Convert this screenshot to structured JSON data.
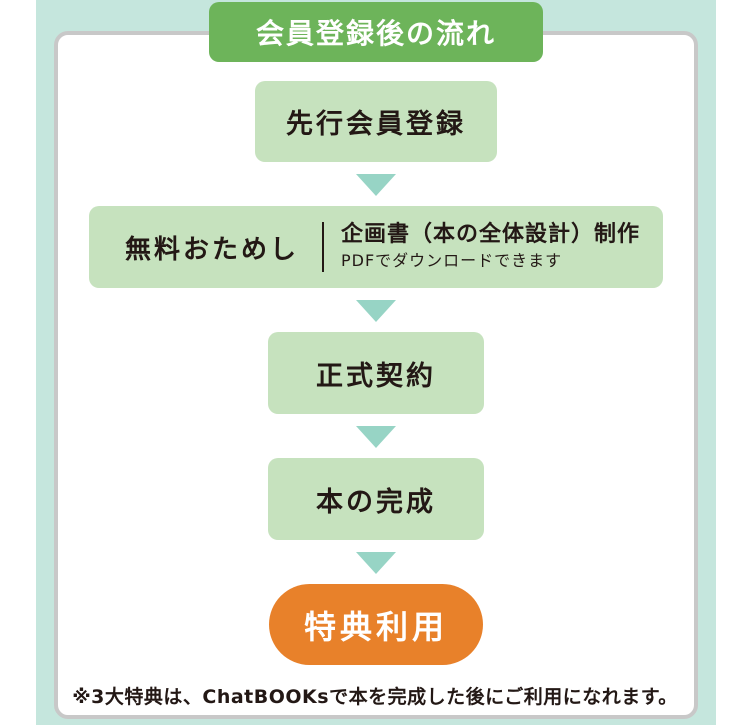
{
  "title": "会員登録後の流れ",
  "steps": [
    {
      "label": "先行会員登録"
    },
    {
      "left_label": "無料おためし",
      "main": "企画書（本の全体設計）制作",
      "sub": "PDFでダウンロードできます"
    },
    {
      "label": "正式契約"
    },
    {
      "label": "本の完成"
    }
  ],
  "final_step": {
    "label": "特典利用"
  },
  "note": "※3大特典は、ChatBOOKsで本を完成した後にご利用になれます。",
  "colors": {
    "background": "#c5e6dd",
    "title_badge": "#6db45a",
    "step_box": "#c6e2be",
    "arrow": "#97d4c5",
    "final_step": "#e8812a",
    "card_border": "#c8c8c8",
    "text": "#231815"
  },
  "icons": {
    "arrow": "triangle-down-arrow"
  }
}
